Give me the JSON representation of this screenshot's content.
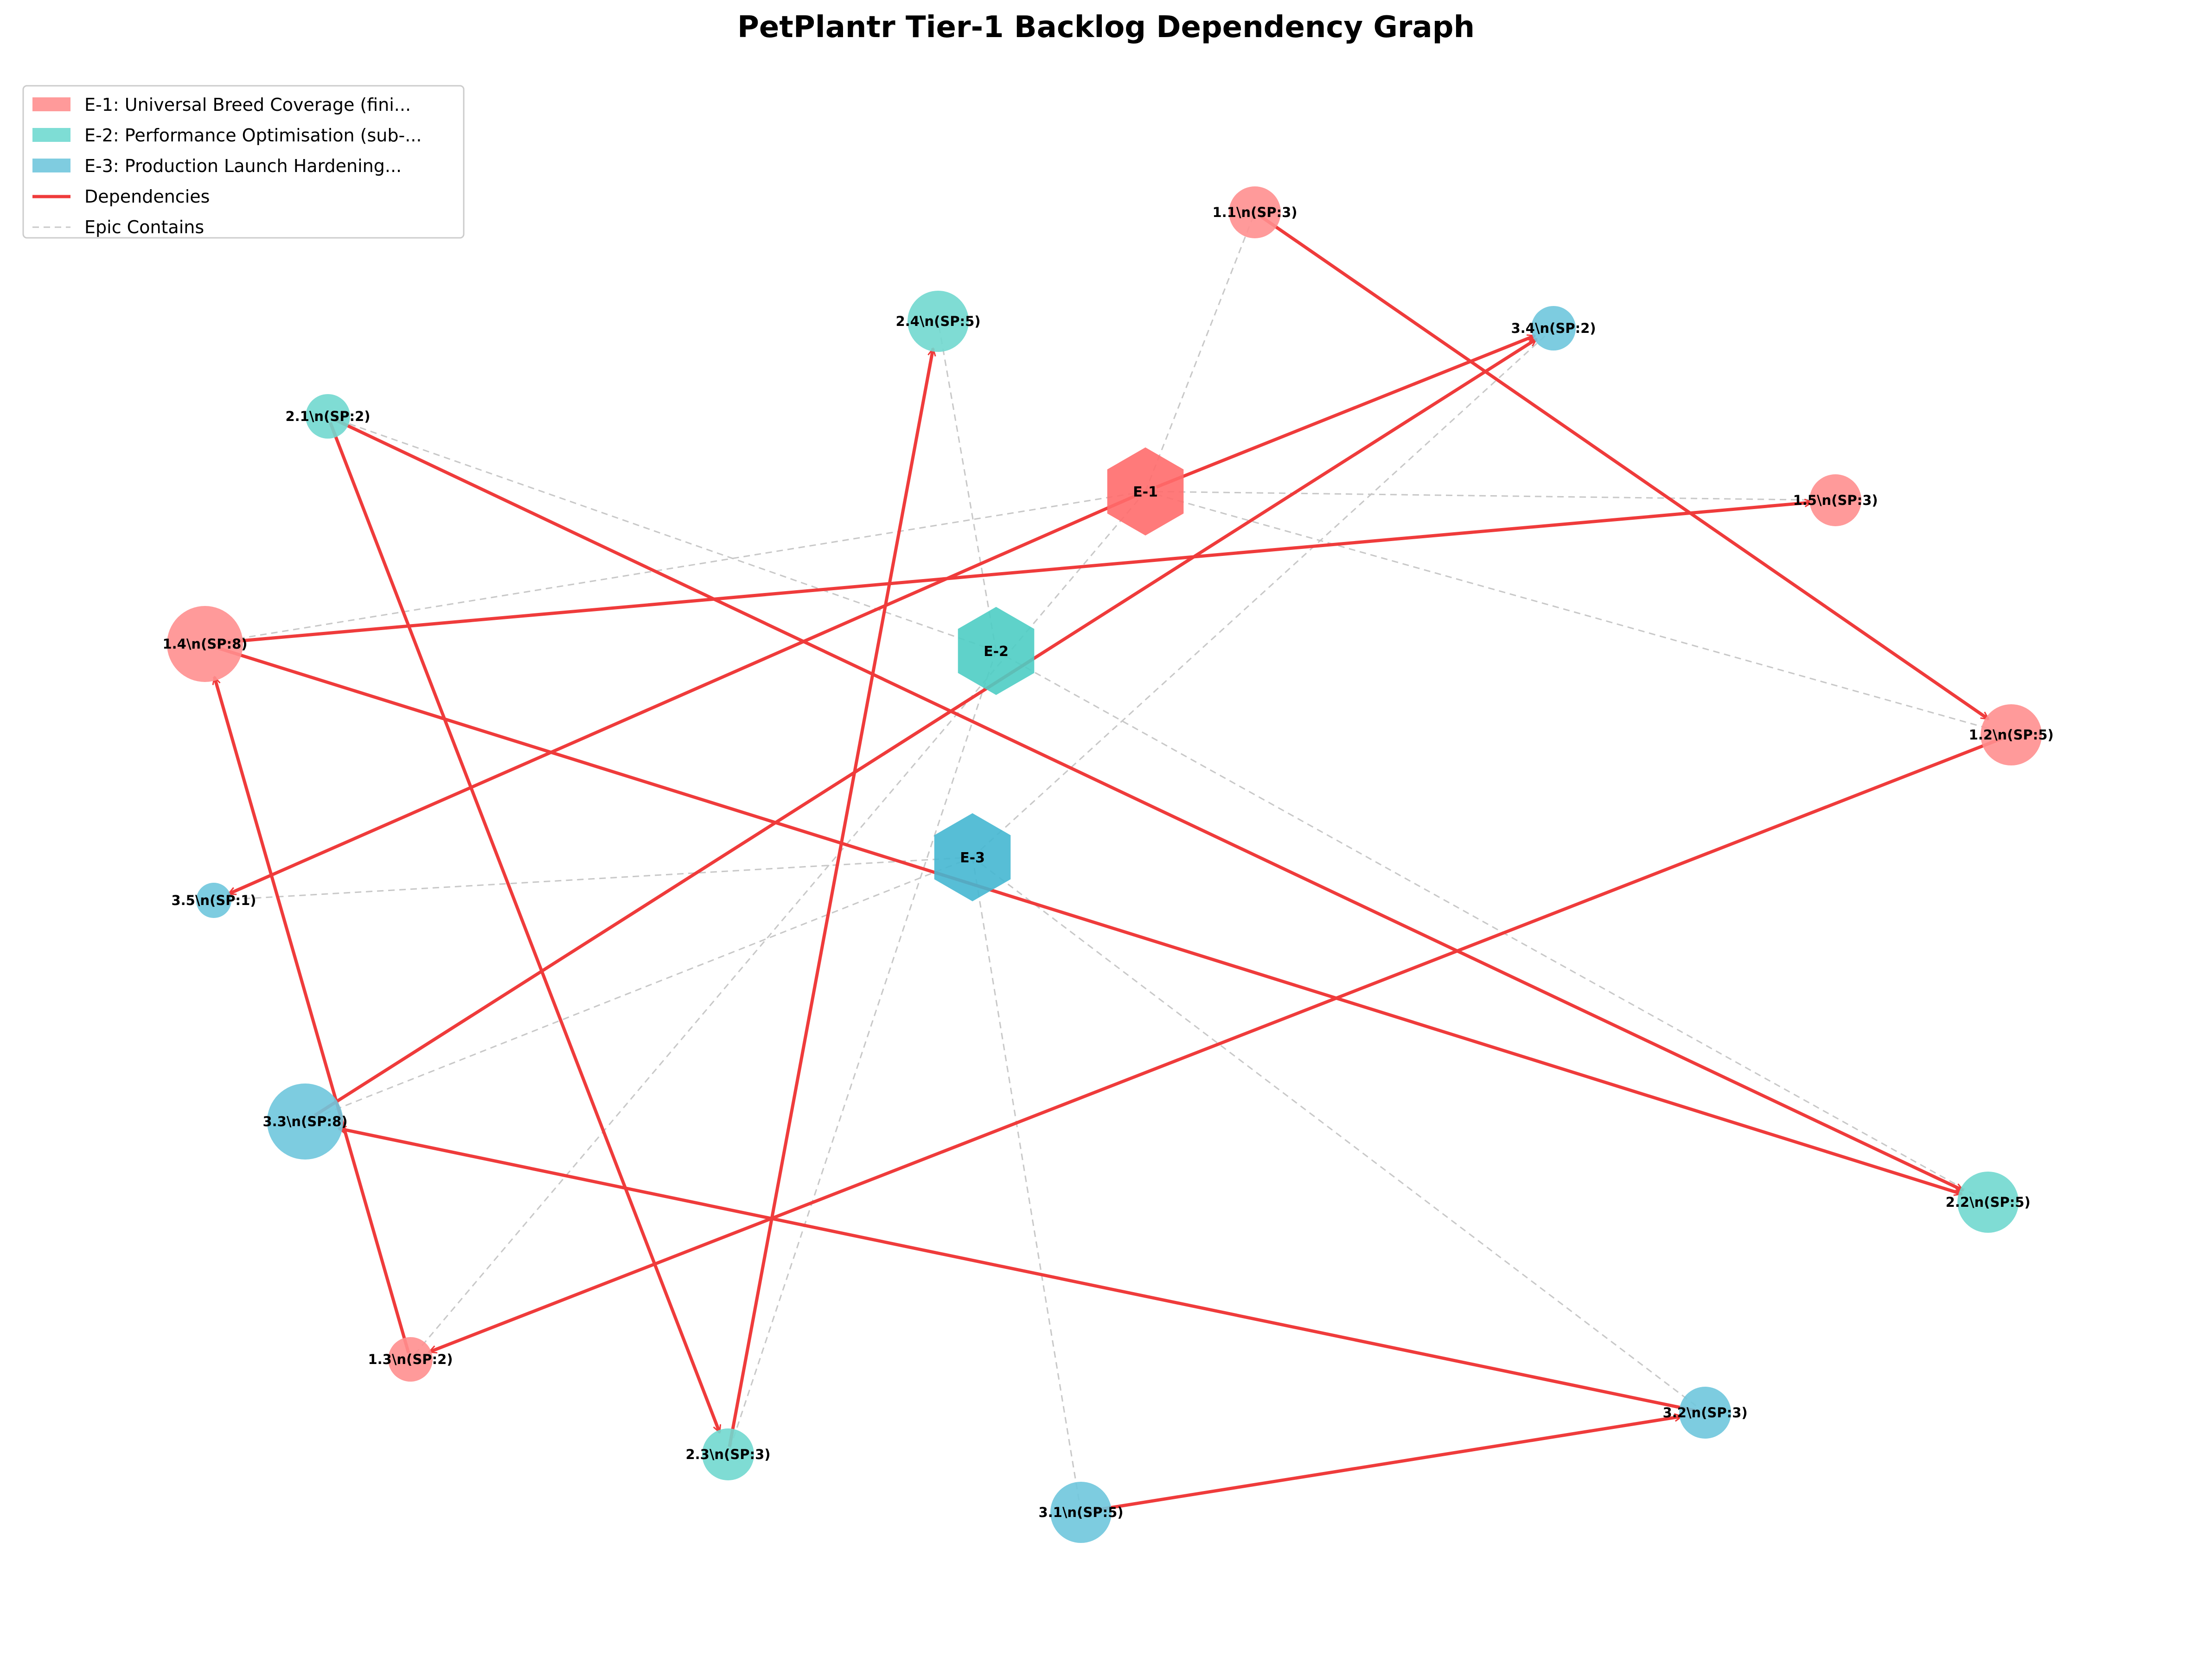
{
  "title": "PetPlantr Tier-1 Backlog Dependency Graph",
  "colors": {
    "e1": "#FF6B6B",
    "e2": "#4ECDC4",
    "e3": "#45B7D1",
    "dependency": "#EF3B3B",
    "contains": "#C8C8C8"
  },
  "legend": [
    {
      "label": "E-1: Universal Breed Coverage (fini...",
      "kind": "patch",
      "color": "#FF9A9A"
    },
    {
      "label": "E-2: Performance Optimisation (sub-...",
      "kind": "patch",
      "color": "#7EDDD5"
    },
    {
      "label": "E-3: Production Launch Hardening...",
      "kind": "patch",
      "color": "#7FCCE0"
    },
    {
      "label": "Dependencies",
      "kind": "line",
      "color": "#EF3B3B"
    },
    {
      "label": "Epic Contains",
      "kind": "dashed",
      "color": "#C8C8C8"
    }
  ],
  "epics": [
    {
      "id": "E-1",
      "label": "E-1",
      "epic": "e1"
    },
    {
      "id": "E-2",
      "label": "E-2",
      "epic": "e2"
    },
    {
      "id": "E-3",
      "label": "E-3",
      "epic": "e3"
    }
  ],
  "stories": [
    {
      "id": "1.1",
      "label": "1.1\\n(SP:3)",
      "epic": "e1",
      "sp": 3
    },
    {
      "id": "1.2",
      "label": "1.2\\n(SP:5)",
      "epic": "e1",
      "sp": 5
    },
    {
      "id": "1.3",
      "label": "1.3\\n(SP:2)",
      "epic": "e1",
      "sp": 2
    },
    {
      "id": "1.4",
      "label": "1.4\\n(SP:8)",
      "epic": "e1",
      "sp": 8
    },
    {
      "id": "1.5",
      "label": "1.5\\n(SP:3)",
      "epic": "e1",
      "sp": 3
    },
    {
      "id": "2.1",
      "label": "2.1\\n(SP:2)",
      "epic": "e2",
      "sp": 2
    },
    {
      "id": "2.2",
      "label": "2.2\\n(SP:5)",
      "epic": "e2",
      "sp": 5
    },
    {
      "id": "2.3",
      "label": "2.3\\n(SP:3)",
      "epic": "e2",
      "sp": 3
    },
    {
      "id": "2.4",
      "label": "2.4\\n(SP:5)",
      "epic": "e2",
      "sp": 5
    },
    {
      "id": "3.1",
      "label": "3.1\\n(SP:5)",
      "epic": "e3",
      "sp": 5
    },
    {
      "id": "3.2",
      "label": "3.2\\n(SP:3)",
      "epic": "e3",
      "sp": 3
    },
    {
      "id": "3.3",
      "label": "3.3\\n(SP:8)",
      "epic": "e3",
      "sp": 8
    },
    {
      "id": "3.4",
      "label": "3.4\\n(SP:2)",
      "epic": "e3",
      "sp": 2
    },
    {
      "id": "3.5",
      "label": "3.5\\n(SP:1)",
      "epic": "e3",
      "sp": 1
    }
  ],
  "contains": [
    [
      "E-1",
      "1.1"
    ],
    [
      "E-1",
      "1.2"
    ],
    [
      "E-1",
      "1.3"
    ],
    [
      "E-1",
      "1.4"
    ],
    [
      "E-1",
      "1.5"
    ],
    [
      "E-2",
      "2.1"
    ],
    [
      "E-2",
      "2.2"
    ],
    [
      "E-2",
      "2.3"
    ],
    [
      "E-2",
      "2.4"
    ],
    [
      "E-3",
      "3.1"
    ],
    [
      "E-3",
      "3.2"
    ],
    [
      "E-3",
      "3.3"
    ],
    [
      "E-3",
      "3.4"
    ],
    [
      "E-3",
      "3.5"
    ]
  ],
  "dependencies": [
    [
      "1.1",
      "1.2"
    ],
    [
      "1.2",
      "1.3"
    ],
    [
      "1.3",
      "1.4"
    ],
    [
      "1.4",
      "1.5"
    ],
    [
      "1.4",
      "2.2"
    ],
    [
      "2.1",
      "2.2"
    ],
    [
      "2.1",
      "2.3"
    ],
    [
      "2.3",
      "2.4"
    ],
    [
      "3.1",
      "3.2"
    ],
    [
      "3.2",
      "3.3"
    ],
    [
      "3.3",
      "3.4"
    ],
    [
      "E-1",
      "3.4"
    ],
    [
      "E-1",
      "3.5"
    ]
  ]
}
